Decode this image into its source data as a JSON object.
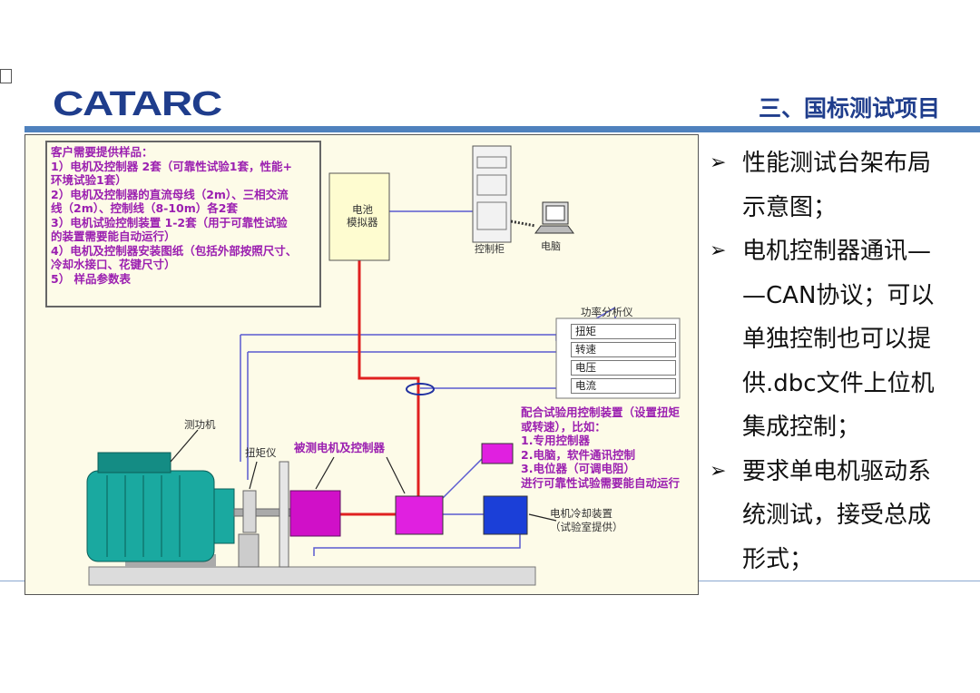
{
  "header": {
    "logo": "CATARC",
    "title": "三、国标测试项目"
  },
  "diagram": {
    "requirements": [
      "客户需要提供样品：",
      "1）电机及控制器 2套（可靠性试验1套，性能+",
      "环境试验1套）",
      "2）电机及控制器的直流母线（2m）、三相交流",
      "线（2m）、控制线（8-10m）各2套",
      "3）电机试验控制装置 1-2套（用于可靠性试验",
      "的装置需要能自动运行）",
      "4）电机及控制器安装图纸（包括外部按照尺寸、",
      "冷却水接口、花键尺寸）",
      "5） 样品参数表"
    ],
    "battery_simulator": [
      "电池",
      "模拟器"
    ],
    "control_cabinet": "控制柜",
    "computer": "电脑",
    "power_analyzer": {
      "title": "功率分析仪",
      "rows": [
        "扭矩",
        "转速",
        "电压",
        "电流"
      ]
    },
    "dynamometer": "测功机",
    "torque_meter": "扭矩仪",
    "motor_under_test": "被测电机及控制器",
    "control_device_note": [
      "配合试验用控制装置（设置扭矩",
      "或转速），比如：",
      "1.专用控制器",
      "2.电脑，软件通讯控制",
      "3.电位器（可调电阻）",
      "进行可靠性试验需要能自动运行"
    ],
    "cooling": [
      "电机冷却装置",
      "（试验室提供）"
    ]
  },
  "bullets": [
    {
      "lines": [
        "性能测试台架布局",
        "示意图；"
      ]
    },
    {
      "lines": [
        "电机控制器通讯—",
        "—CAN协议；可以",
        "单独控制也可以提",
        "供.dbc文件上位机",
        "集成控制；"
      ]
    },
    {
      "lines": [
        "要求单电机驱动系",
        "统测试，接受总成",
        "形式；"
      ]
    }
  ]
}
